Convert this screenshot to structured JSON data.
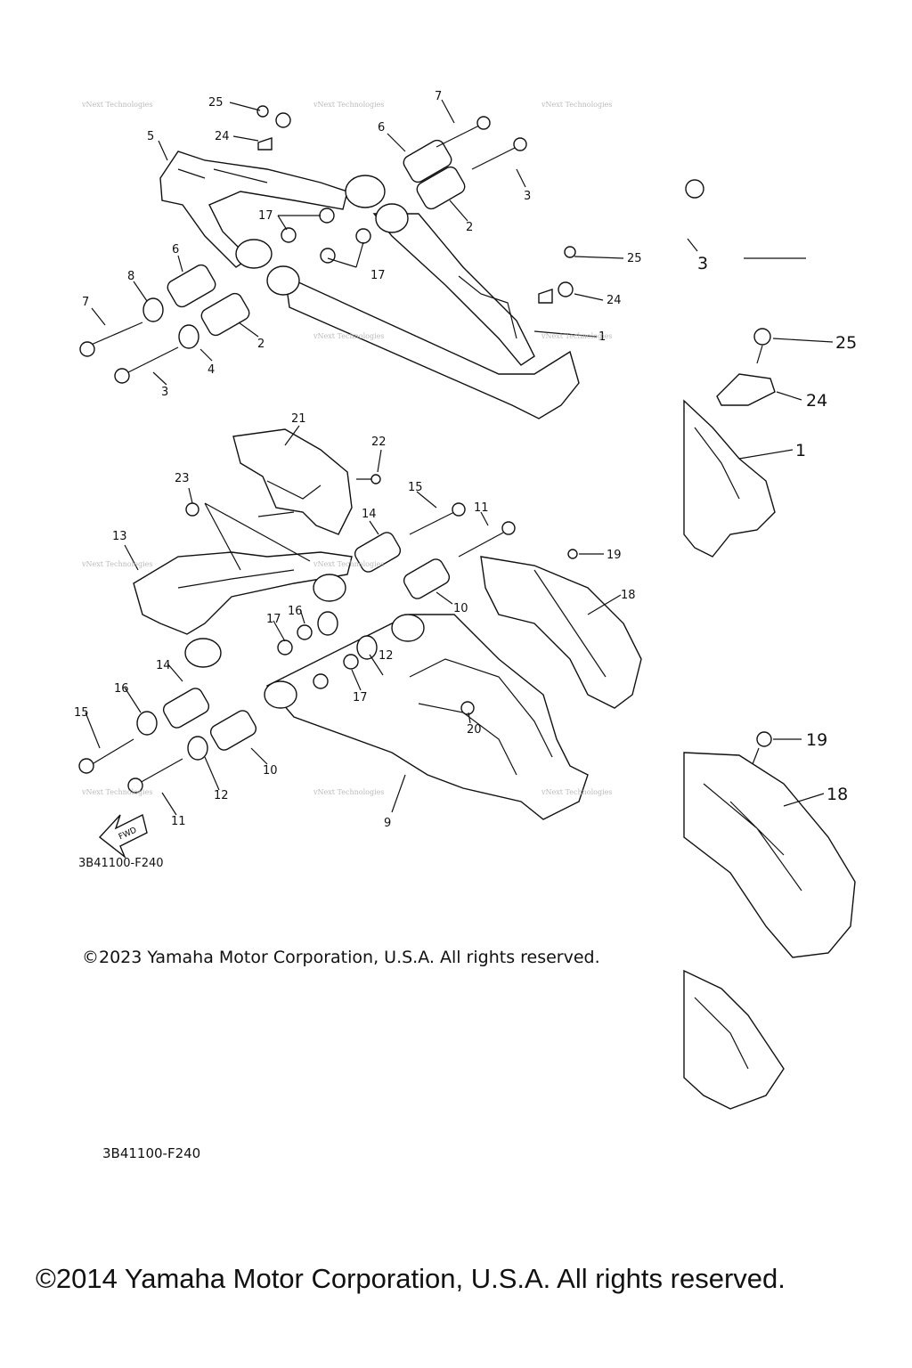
{
  "diagram": {
    "callouts_top": [
      "25",
      "24",
      "5",
      "7",
      "6",
      "3",
      "2",
      "17",
      "17",
      "25",
      "24",
      "1",
      "6",
      "8",
      "7",
      "2",
      "4",
      "3"
    ],
    "callouts_bottom": [
      "21",
      "22",
      "23",
      "15",
      "14",
      "11",
      "13",
      "19",
      "18",
      "10",
      "17",
      "16",
      "14",
      "17",
      "12",
      "16",
      "20",
      "15",
      "10",
      "12",
      "11",
      "9"
    ],
    "callouts_zoom": [
      "3",
      "25",
      "24",
      "1",
      "19",
      "18"
    ],
    "watermark": "vNext Technologies",
    "fwd_label": "FWD",
    "diagram_code_1": "3B41100-F240",
    "diagram_code_2": "3B41100-F240"
  },
  "copyright": {
    "line_2023": "©2023 Yamaha Motor Corporation, U.S.A. All rights reserved.",
    "line_2014": "©2014 Yamaha Motor Corporation, U.S.A. All rights reserved."
  }
}
